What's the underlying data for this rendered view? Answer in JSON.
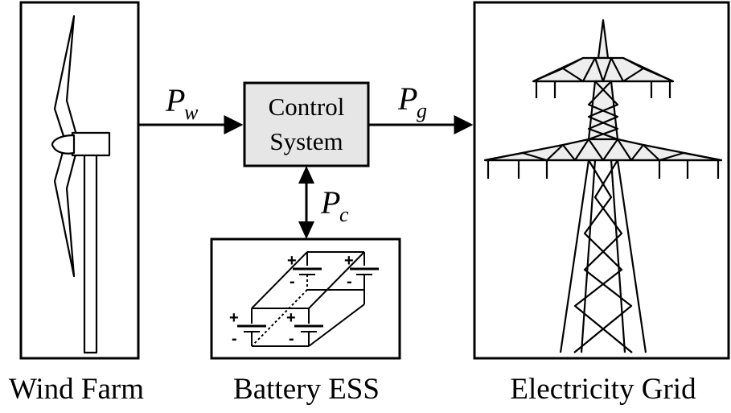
{
  "captions": {
    "wind_farm": "Wind Farm",
    "battery_ess": "Battery ESS",
    "electricity_grid": "Electricity Grid"
  },
  "control_box": {
    "line1": "Control",
    "line2": "System"
  },
  "signals": {
    "wind_power": {
      "symbol": "P",
      "subscript": "w"
    },
    "grid_power": {
      "symbol": "P",
      "subscript": "g"
    },
    "battery_power": {
      "symbol": "P",
      "subscript": "c"
    }
  },
  "battery_symbols": {
    "plus": "+",
    "minus": "-"
  },
  "colors": {
    "line": "#000000",
    "control_fill": "#e6e6e6",
    "tower_fill": "#eeeeee",
    "background": "#ffffff"
  }
}
